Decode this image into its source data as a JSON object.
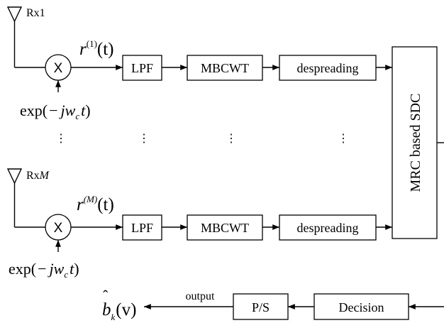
{
  "antennas": [
    {
      "label": "Rx1"
    },
    {
      "label_prefix": "Rx",
      "label_index": "M"
    }
  ],
  "mixer_symbol": "X",
  "oscillator": {
    "prefix": "exp(",
    "minus": "−",
    "j": "j",
    "w": "w",
    "sub": "c",
    "t": "t",
    "close": ")"
  },
  "signals": [
    {
      "r": "r",
      "sup": "(1)",
      "arg": "(t)"
    },
    {
      "r": "r",
      "sup": "(M)",
      "arg": "(t)"
    }
  ],
  "blocks": {
    "lpf": "LPF",
    "mbcwt": "MBCWT",
    "despreading": "despreading",
    "combiner": "MRC based SDC",
    "decision": "Decision",
    "ps": "P/S"
  },
  "output_label": "output",
  "output_symbol": {
    "b": "b",
    "hat": "ˆ",
    "sub": "k",
    "arg": "(v)"
  },
  "ellipsis": "⋮"
}
